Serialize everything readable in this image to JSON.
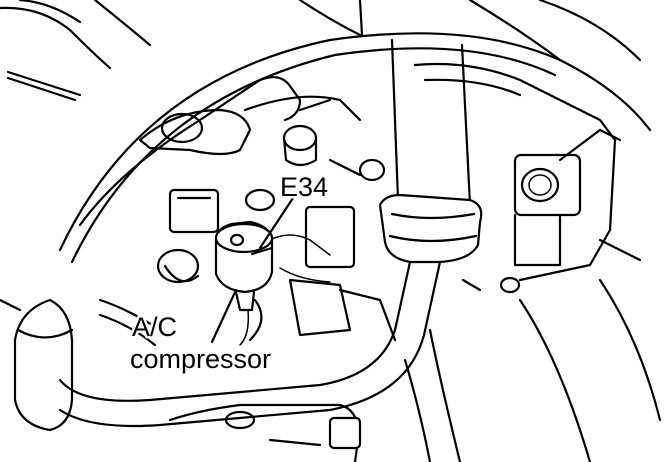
{
  "diagram": {
    "labels": {
      "connector": "E34",
      "component_line1": "A/C",
      "component_line2": "compressor"
    },
    "colors": {
      "ink": "#000000",
      "paper": "#ffffff"
    }
  }
}
